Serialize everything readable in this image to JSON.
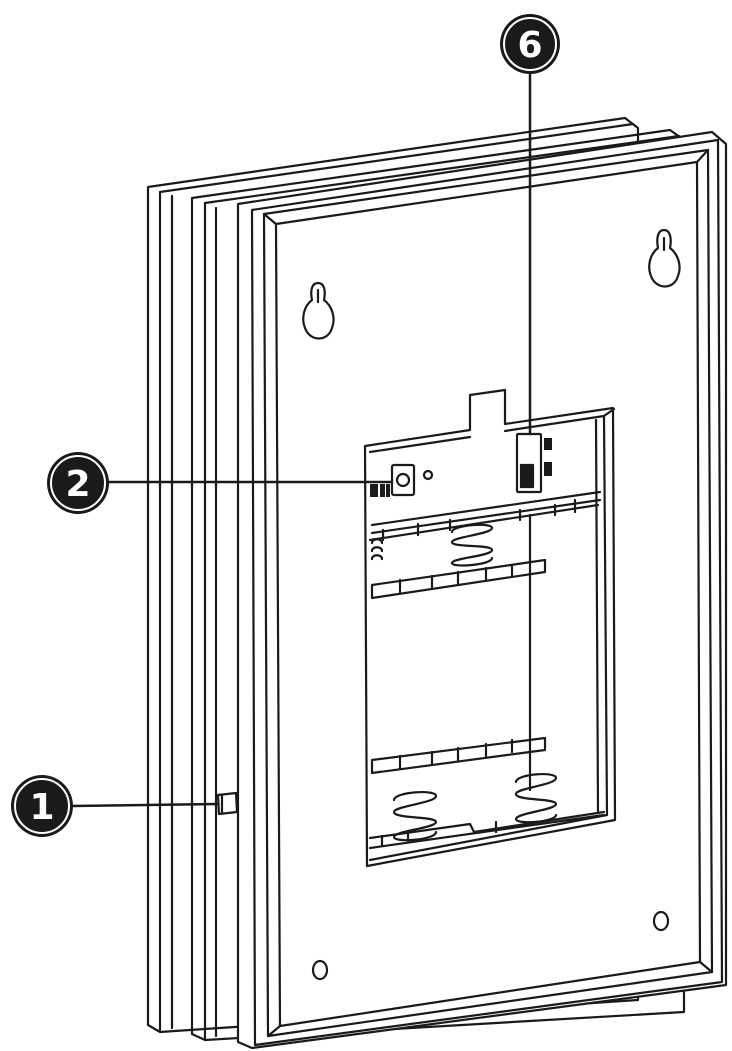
{
  "callouts": [
    {
      "id": "1",
      "label": "1",
      "target": "side-switch"
    },
    {
      "id": "2",
      "label": "2",
      "target": "reset-button"
    },
    {
      "id": "6",
      "label": "6",
      "target": "on-off-switch"
    }
  ],
  "colors": {
    "stroke": "#1a1a1a",
    "callout_fill": "#1a1a1a",
    "callout_text": "#ffffff",
    "background": "#ffffff"
  }
}
